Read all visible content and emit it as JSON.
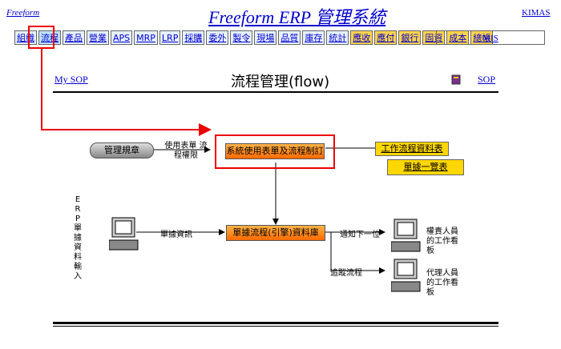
{
  "header": {
    "brand": "Freeform",
    "title": "Freeform ERP 管理系統",
    "user": "KIMAS"
  },
  "nav": {
    "tabs": [
      "組織",
      "流程",
      "產品",
      "營業",
      "APS",
      "MRP",
      "LRP",
      "採購",
      "委外",
      "製令",
      "現場",
      "品質",
      "庫存",
      "統計",
      "應收",
      "應付",
      "銀行",
      "固資",
      "成本",
      "總帳"
    ],
    "selected": "流程",
    "mis": "MIS"
  },
  "page": {
    "my_sop": "My SOP",
    "heading": "流程管理(flow)",
    "sop": "SOP"
  },
  "flow": {
    "mgmt_rules": "管理規章",
    "form_permission": "使用表單 流程權限",
    "sys_form_process": "系統使用表單及流程制訂",
    "process_data_sheet": "工作流程資料表",
    "form_list": "單據一覽表",
    "erp_input": "ERP單據資料輸入",
    "form_info": "單據資訊",
    "process_db": "單據流程(引擎)資料庫",
    "notify_next": "通知下一位",
    "fallback": "追蹤流程",
    "owner_board": "權責人員的工作看板",
    "agent_board": "代理人員的工作看板"
  },
  "colors": {
    "link": "#0000cc",
    "highlight": "#e00000",
    "orange": "#ff6a00",
    "doc_yellow": "#ffd700"
  }
}
